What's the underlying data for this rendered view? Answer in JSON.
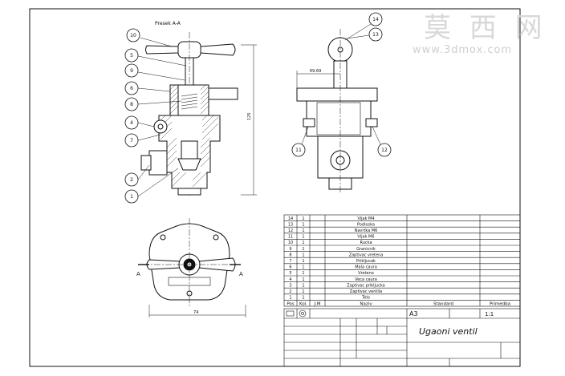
{
  "watermark": {
    "cjk": "莫 西 网",
    "url": "www.3dmox.com"
  },
  "section_label": "Presek A-A",
  "section_markers": {
    "left": "A",
    "right": "A"
  },
  "dimensions": {
    "height": "125",
    "width": "74",
    "top": "69.69"
  },
  "balloons": [
    "10",
    "5",
    "9",
    "6",
    "8",
    "4",
    "7",
    "2",
    "1",
    "14",
    "13",
    "11",
    "12"
  ],
  "bom": {
    "headers": {
      "pos": "Pos",
      "kol": "Kol.",
      "jm": "J.M",
      "naziv": "Naziv",
      "standard": "Standard",
      "primedba": "Primedba"
    },
    "rows": [
      {
        "pos": "14",
        "kol": "1",
        "naziv": "Vijak M4"
      },
      {
        "pos": "13",
        "kol": "1",
        "naziv": "Podloska"
      },
      {
        "pos": "12",
        "kol": "1",
        "naziv": "Navrtka M6"
      },
      {
        "pos": "11",
        "kol": "1",
        "naziv": "Vijak M6"
      },
      {
        "pos": "10",
        "kol": "1",
        "naziv": "Rucka"
      },
      {
        "pos": "9",
        "kol": "1",
        "naziv": "Granicnik"
      },
      {
        "pos": "8",
        "kol": "1",
        "naziv": "Zaptivac vretena"
      },
      {
        "pos": "7",
        "kol": "1",
        "naziv": "Prikljucak"
      },
      {
        "pos": "6",
        "kol": "1",
        "naziv": "Mala caura"
      },
      {
        "pos": "5",
        "kol": "1",
        "naziv": "Vreteno"
      },
      {
        "pos": "4",
        "kol": "1",
        "naziv": "Veca caura"
      },
      {
        "pos": "3",
        "kol": "1",
        "naziv": "Zaptivac prikljucka"
      },
      {
        "pos": "2",
        "kol": "1",
        "naziv": "Zaptivac ventila"
      },
      {
        "pos": "1",
        "kol": "1",
        "naziv": "Telo"
      }
    ]
  },
  "title_block": {
    "format": "A3",
    "scale": "1:1",
    "title": "Ugaoni ventil"
  }
}
